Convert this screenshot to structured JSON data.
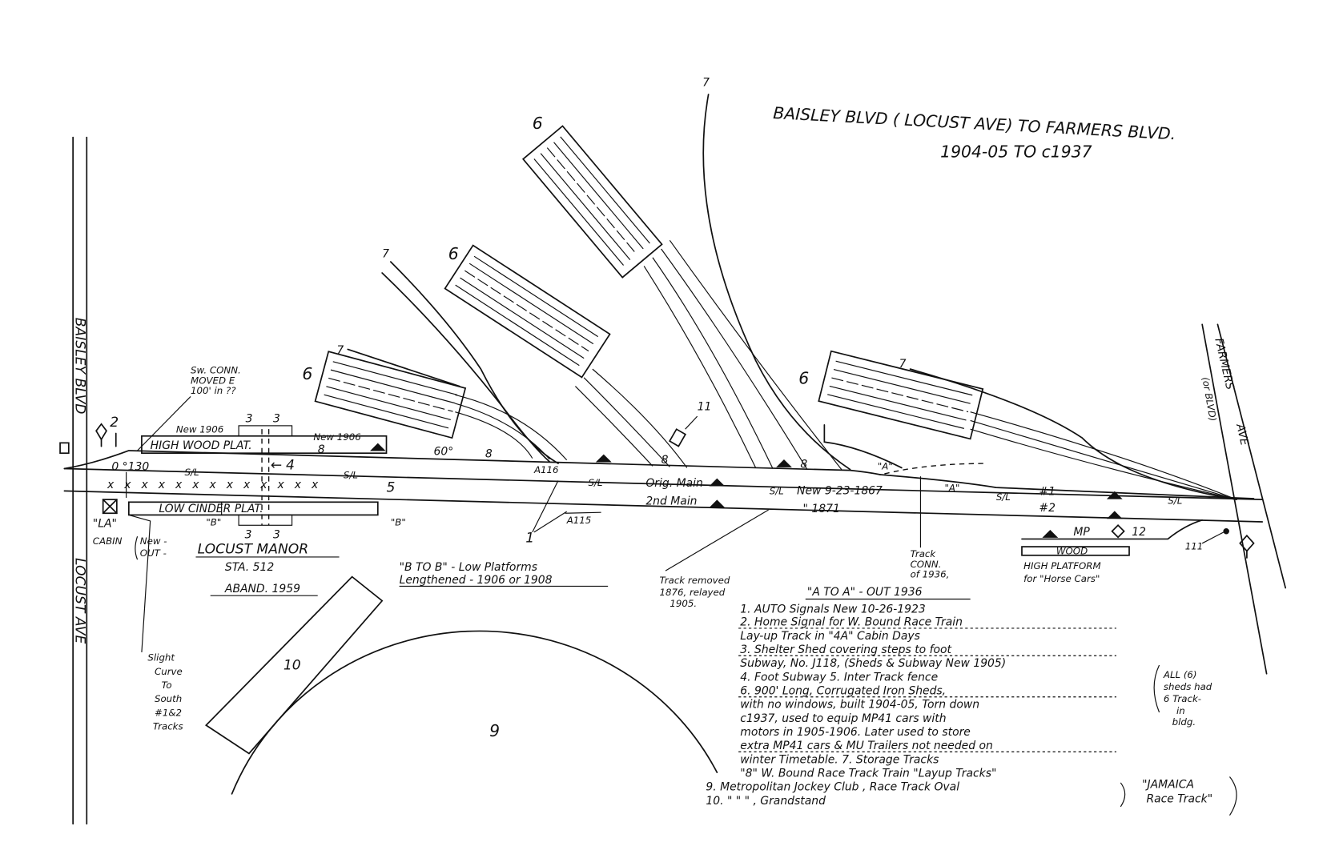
{
  "title": {
    "line1": "BAISLEY BLVD ( LOCUST AVE) TO FARMERS BLVD.",
    "line2": "1904-05 TO c1937"
  },
  "streets": {
    "baisley": "BAISLEY BLVD",
    "locust": "LOCUST AVE",
    "farmers": "FARMERS",
    "farmers_alt": "(or BLVD)",
    "farmers_ave": "AVE"
  },
  "station": {
    "name": "LOCUST MANOR",
    "sta": "STA. 512",
    "aband": "ABAND. 1959",
    "cabin": "\"LA\"",
    "cabin_label": "CABIN",
    "cabin_new": "New -",
    "cabin_out": "OUT -",
    "sw_conn": [
      "Sw. CONN.",
      "MOVED E",
      "100' in ??"
    ]
  },
  "platforms": {
    "high": "HIGH   WOOD   PLAT.",
    "low": "LOW    CINDER    PLAT.",
    "new1906a": "New 1906",
    "new1906b": "New 1906",
    "b_left": "\"B\"",
    "b_right": "\"B\"",
    "b_to_b": [
      "\"B TO B\" - Low Platforms",
      "Lengthened - 1906 or 1908"
    ],
    "horse_wood": "WOOD",
    "horse": [
      "HIGH  PLATFORM",
      "for \"Horse Cars\""
    ]
  },
  "tracks": {
    "orig_main": "Orig. Main",
    "second_main": "2nd Main",
    "new_date": "New 9-23-1867",
    "date_1871": "\" 1871",
    "sl": "S/L",
    "n1": "#1",
    "n2": "#2",
    "a_left": "\"A\"",
    "a_right": "\"A\"",
    "removed": [
      "Track removed",
      "1876, relayed",
      "1905."
    ],
    "conn": [
      "Track",
      "CONN.",
      "of 1936,"
    ],
    "a_to_a": "\"A TO A\" - OUT 1936",
    "deg": "60°",
    "mp": "MP",
    "mp_num": "12",
    "sig_a116": "A116",
    "sig_a115": "A115",
    "num_130": "0 °130",
    "n111": "111"
  },
  "marks": {
    "one": "1",
    "two": "2",
    "three": "3",
    "four": "4",
    "five": "5",
    "six": "6",
    "seven": "7",
    "eight": "8",
    "nine": "9",
    "ten": "10",
    "eleven": "11"
  },
  "curve_note": [
    "Slight",
    "Curve",
    "To",
    "South",
    "#1&2",
    "Tracks"
  ],
  "sheds_note": [
    "ALL (6)",
    "sheds had",
    "6 Track-",
    "in",
    "bldg."
  ],
  "jamaica": [
    "\"JAMAICA",
    "Race Track\""
  ],
  "notes": [
    "1. AUTO Signals    New    10-26-1923",
    "2. Home Signal for W. Bound Race Train",
    "Lay-up Track in \"4A\" Cabin Days",
    "3. Shelter Shed covering steps to foot",
    "Subway, No. J118, (Sheds & Subway New 1905)",
    "4. Foot Subway      5. Inter Track fence",
    "6. 900' Long, Corrugated Iron Sheds,",
    "with no windows, built 1904-05, Torn down",
    "c1937, used to equip MP41 cars with",
    "motors in 1905-1906. Later used to store",
    "extra MP41 cars & MU Trailers not needed on",
    "winter Timetable.   7. Storage Tracks",
    "\"8\" W. Bound Race Track Train \"Layup Tracks\"",
    "9. Metropolitan Jockey Club  ,  Race Track Oval",
    "10.   \"          \"          \"   ,  Grandstand"
  ]
}
